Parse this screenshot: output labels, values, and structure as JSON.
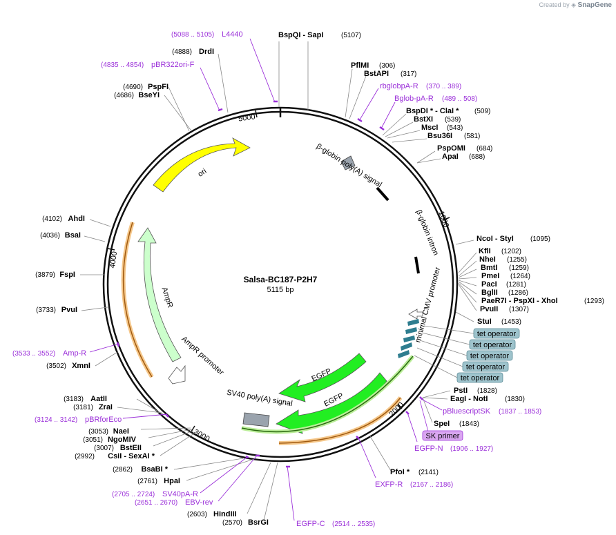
{
  "app": {
    "created_by": "Created by",
    "brand": "SnapGene"
  },
  "plasmid": {
    "name": "Salsa-BC187-P2H7",
    "size": "5115 bp"
  },
  "ticks": [
    "1000",
    "2000",
    "3000",
    "4000",
    "5000"
  ],
  "features": {
    "ori": "ori",
    "ampr": "AmpR",
    "ampr_promoter": "AmpR promoter",
    "egfp1": "EGFP",
    "egfp2": "EGFP",
    "sv40": "SV40 poly(A) signal",
    "bglobin_polya": "β-globin poly(A) signal",
    "bglobin_intron": "β-globin intron",
    "mincmv": "minimal CMV promoter",
    "tet": [
      "tet operator",
      "tet operator",
      "tet operator",
      "tet operator",
      "tet operator"
    ],
    "sk_primer": "SK primer"
  },
  "sites": [
    {
      "name": "BspQI",
      "extra": " - SapI",
      "pos": "(5107)"
    },
    {
      "name": "PflMI",
      "pos": "(306)"
    },
    {
      "name": "BstAPI",
      "pos": "(317)"
    },
    {
      "name": "BspDI *",
      "extra": " - ClaI *",
      "pos": "(509)"
    },
    {
      "name": "BstXI",
      "pos": "(539)"
    },
    {
      "name": "MscI",
      "pos": "(543)"
    },
    {
      "name": "Bsu36I",
      "pos": "(581)"
    },
    {
      "name": "PspOMI",
      "pos": "(684)"
    },
    {
      "name": "ApaI",
      "pos": "(688)"
    },
    {
      "name": "NcoI",
      "extra": " - StyI",
      "pos": "(1095)"
    },
    {
      "name": "KflI",
      "pos": "(1202)"
    },
    {
      "name": "NheI",
      "pos": "(1255)"
    },
    {
      "name": "BmtI",
      "pos": "(1259)"
    },
    {
      "name": "PmeI",
      "pos": "(1264)"
    },
    {
      "name": "PacI",
      "pos": "(1281)"
    },
    {
      "name": "BglII",
      "pos": "(1286)"
    },
    {
      "name": "PaeR7I",
      "extra": " - PspXI - XhoI",
      "pos": "(1293)"
    },
    {
      "name": "PvuII",
      "pos": "(1307)"
    },
    {
      "name": "StuI",
      "pos": "(1453)"
    },
    {
      "name": "PstI",
      "pos": "(1828)"
    },
    {
      "name": "EagI",
      "extra": " - NotI",
      "pos": "(1830)"
    },
    {
      "name": "SpeI",
      "pos": "(1843)"
    },
    {
      "name": "PfoI *",
      "pos": "(2141)"
    },
    {
      "name": "BsrGI",
      "pos": "(2570)"
    },
    {
      "name": "HindIII",
      "pos": "(2603)"
    },
    {
      "name": "HpaI",
      "pos": "(2761)"
    },
    {
      "name": "BsaBI *",
      "pos": "(2862)"
    },
    {
      "name": "CsiI",
      "extra": " - SexAI *",
      "pos": "(2992)"
    },
    {
      "name": "BstEII",
      "pos": "(3007)"
    },
    {
      "name": "NgoMIV",
      "pos": "(3051)"
    },
    {
      "name": "NaeI",
      "pos": "(3053)"
    },
    {
      "name": "ZraI",
      "pos": "(3181)"
    },
    {
      "name": "AatII",
      "pos": "(3183)"
    },
    {
      "name": "XmnI",
      "pos": "(3502)"
    },
    {
      "name": "PvuI",
      "pos": "(3733)"
    },
    {
      "name": "FspI",
      "pos": "(3879)"
    },
    {
      "name": "BsaI",
      "pos": "(4036)"
    },
    {
      "name": "AhdI",
      "pos": "(4102)"
    },
    {
      "name": "BseYI",
      "pos": "(4686)"
    },
    {
      "name": "PspFI",
      "pos": "(4690)"
    },
    {
      "name": "DrdI",
      "pos": "(4888)"
    }
  ],
  "primers": [
    {
      "name": "L4440",
      "pos": "(5088 .. 5105)"
    },
    {
      "name": "pBR322ori-F",
      "pos": "(4835 .. 4854)"
    },
    {
      "name": "rbglobpA-R",
      "pos": "(370 .. 389)"
    },
    {
      "name": "Bglob-pA-R",
      "pos": "(489 .. 508)"
    },
    {
      "name": "pBluescriptSK",
      "pos": "(1837 .. 1853)"
    },
    {
      "name": "EGFP-N",
      "pos": "(1906 .. 1927)"
    },
    {
      "name": "EXFP-R",
      "pos": "(2167 .. 2186)"
    },
    {
      "name": "EGFP-C",
      "pos": "(2514 .. 2535)"
    },
    {
      "name": "EBV-rev",
      "pos": "(2651 .. 2670)"
    },
    {
      "name": "SV40pA-R",
      "pos": "(2705 .. 2724)"
    },
    {
      "name": "pBRforEco",
      "pos": "(3124 .. 3142)"
    },
    {
      "name": "Amp-R",
      "pos": "(3533 .. 3552)"
    }
  ],
  "colors": {
    "backbone": "#111111",
    "ori": "#ffff00",
    "ampr": "#ccffcc",
    "egfp": "#22ee22",
    "tet": "#2e7d8f",
    "tet_box": "#9ec3cc",
    "primer": "#9b30d9",
    "orf": "#f0a020",
    "sk_box": "#d9a6f0"
  }
}
